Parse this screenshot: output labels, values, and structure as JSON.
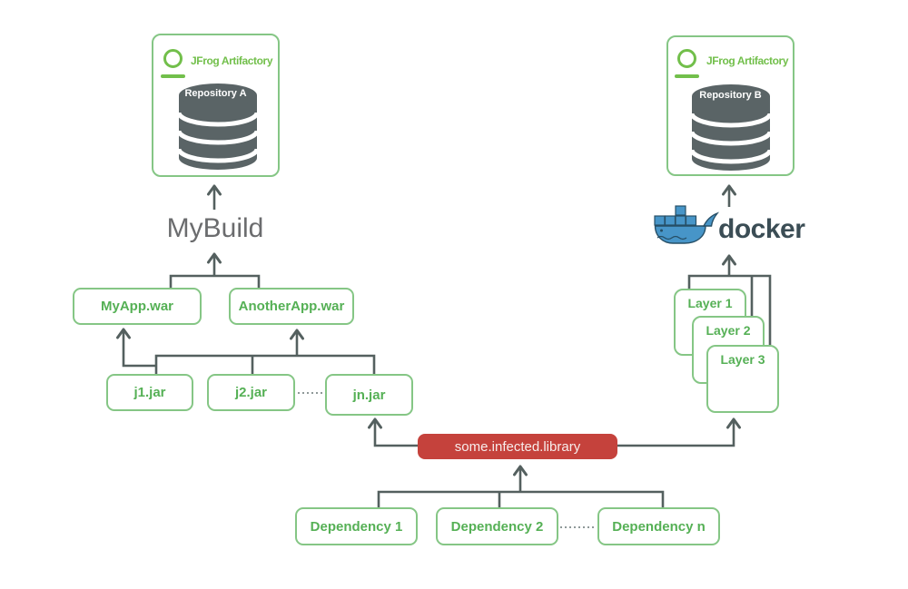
{
  "colors": {
    "green_border": "#85c685",
    "green_text": "#55b055",
    "jfrog_green": "#72bf4b",
    "line_gray": "#54605f",
    "text_gray": "#6b6c6e",
    "red_fill": "#c5423c",
    "red_text": "#f7edec",
    "db_gray": "#5a6466",
    "docker_blue": "#4795c8",
    "docker_dark": "#274f66",
    "docker_text": "#3b4d55",
    "dotted_gray": "#8f9999"
  },
  "artifactory_a": {
    "brand": "JFrog Artifactory",
    "repository": "Repository A"
  },
  "artifactory_b": {
    "brand": "JFrog Artifactory",
    "repository": "Repository B"
  },
  "build_label": "MyBuild",
  "docker_label": "docker",
  "apps": [
    {
      "label": "MyApp.war"
    },
    {
      "label": "AnotherApp.war"
    }
  ],
  "jars": [
    {
      "label": "j1.jar"
    },
    {
      "label": "j2.jar"
    },
    {
      "label": "jn.jar"
    }
  ],
  "layers": [
    {
      "label": "Layer 1"
    },
    {
      "label": "Layer 2"
    },
    {
      "label": "Layer 3"
    }
  ],
  "infected_label": "some.infected.library",
  "dependencies": [
    {
      "label": "Dependency 1"
    },
    {
      "label": "Dependency 2"
    },
    {
      "label": "Dependency n"
    }
  ]
}
